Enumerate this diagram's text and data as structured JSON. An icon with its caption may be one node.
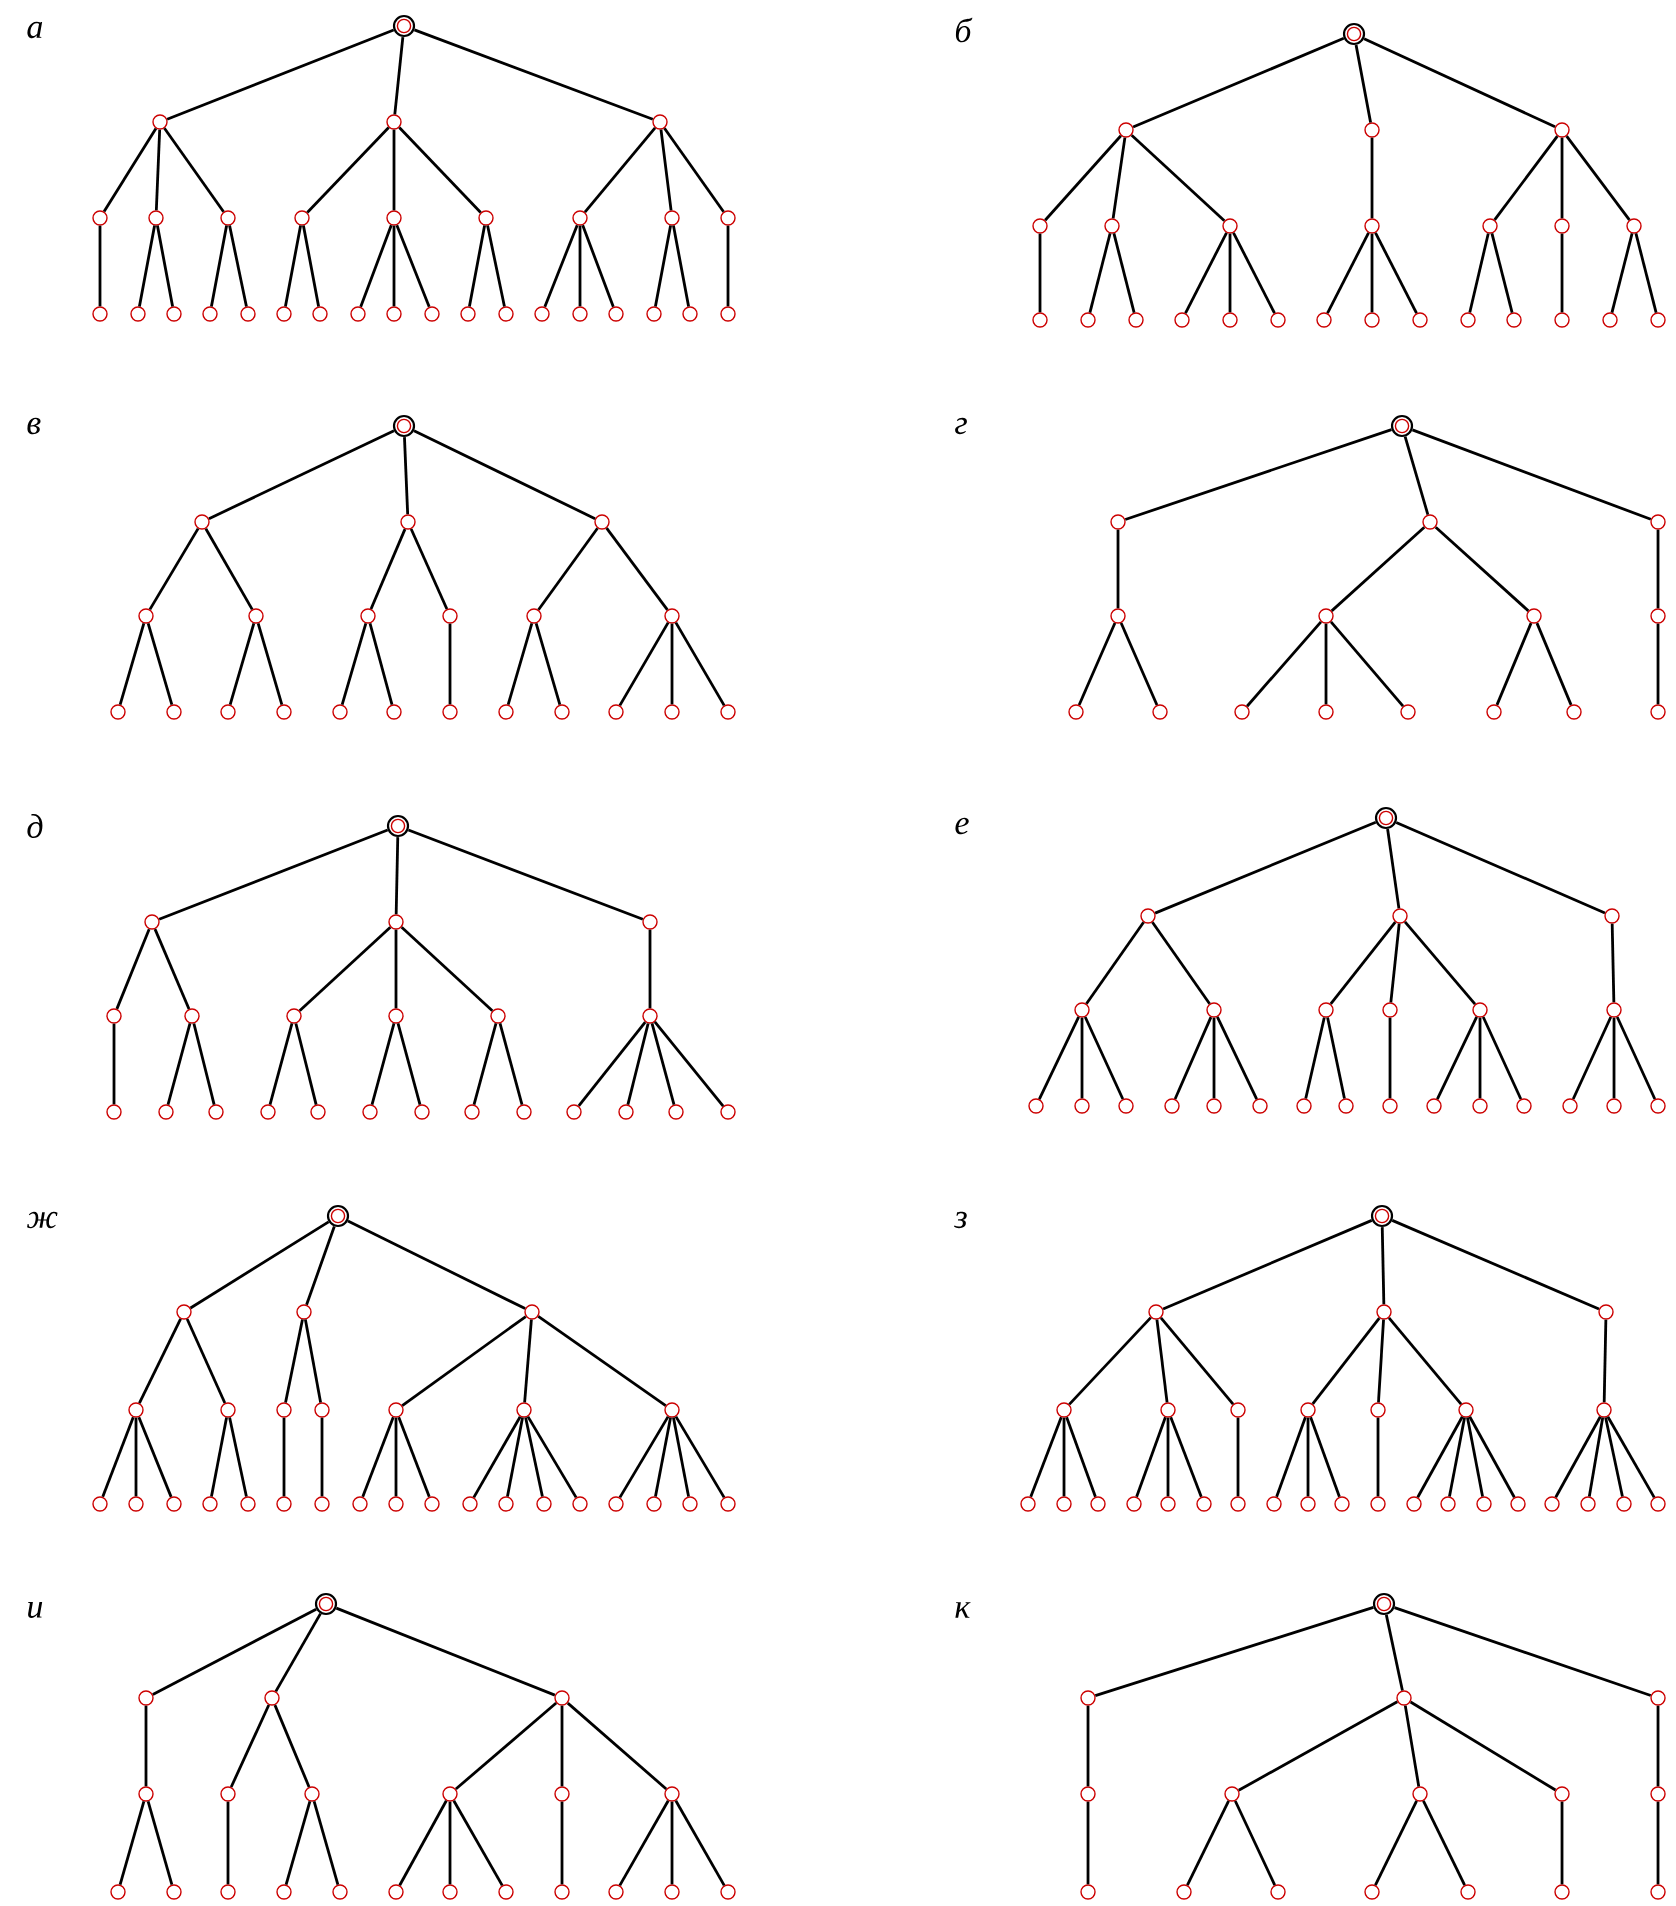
{
  "diagram": {
    "nodes": [
      {
        "text": [],
        "shape": "circle"
      },
      {
        "text": [],
        "shape": "circle"
      },
      {
        "text": [],
        "shape": "circle"
      },
      {
        "text": [],
        "shape": "circle"
      },
      {
        "text": [],
        "shape": "circle"
      },
      {
        "text": [],
        "shape": "circle"
      },
      {
        "text": [],
        "shape": "circle"
      },
      {
        "text": [],
        "shape": "circle"
      },
      {
        "text": [],
        "shape": "circle"
      },
      {
        "text": [],
        "shape": "circle"
      },
      {
        "text": [],
        "shape": "circle"
      },
      {
        "text": [],
        "shape": "circle"
      },
      {
        "text": [],
        "shape": "circle"
      },
      {
        "text": [],
        "shape": "circle"
      },
      {
        "text": [],
        "shape": "circle"
      },
      {
        "text": [],
        "shape": "circle"
      },
      {
        "text": [],
        "shape": "circle"
      },
      {
        "text": [],
        "shape": "circle"
      },
      {
        "text": [],
        "shape": "circle"
      },
      {
        "text": [],
        "shape": "circle"
      },
      {
        "text": [],
        "shape": "circle"
      },
      {
        "text": [],
        "shape": "circle"
      },
      {
        "text": [],
        "shape": "circle"
      },
      {
        "text": [],
        "shape": "circle"
      },
      {
        "text": [],
        "shape": "circle"
      },
      {
        "text": [],
        "shape": "circle"
      },
      {
        "text": [],
        "shape": "circle"
      },
      {
        "text": [],
        "shape": "circle"
      },
      {
        "text": [],
        "shape": "circle"
      },
      {
        "text": [],
        "shape": "circle"
      },
      {
        "text": [],
        "shape": "circle"
      },
      {
        "text": [],
        "shape": "circle"
      },
      {
        "text": [],
        "shape": "circle"
      },
      {
        "text": [],
        "shape": "circle"
      },
      {
        "text": [],
        "shape": "circle"
      },
      {
        "text": [],
        "shape": "circle"
      },
      {
        "text": [],
        "shape": "circle"
      },
      {
        "text": [],
        "shape": "circle"
      },
      {
        "text": [],
        "shape": "circle"
      },
      {
        "text": [],
        "shape": "circle"
      },
      {
        "text": [],
        "shape": "circle"
      },
      {
        "text": [],
        "shape": "circle"
      },
      {
        "text": [],
        "shape": "circle"
      },
      {
        "text": [],
        "shape": "circle"
      },
      {
        "text": [],
        "shape": "circle"
      },
      {
        "text": [],
        "shape": "circle"
      },
      {
        "text": [],
        "shape": "circle"
      },
      {
        "text": [],
        "shape": "circle"
      },
      {
        "text": [],
        "shape": "circle"
      },
      {
        "text": [],
        "shape": "circle"
      },
      {
        "text": [],
        "shape": "circle"
      },
      {
        "text": [],
        "shape": "circle"
      },
      {
        "text": [],
        "shape": "circle"
      },
      {
        "text": [],
        "shape": "circle"
      },
      {
        "text": [],
        "shape": "circle"
      },
      {
        "text": [],
        "shape": "circle"
      },
      {
        "text": [],
        "shape": "circle"
      },
      {
        "text": [],
        "shape": "circle"
      },
      {
        "text": [],
        "shape": "circle"
      },
      {
        "text": [],
        "shape": "circle"
      },
      {
        "text": [],
        "shape": "circle"
      },
      {
        "text": [],
        "shape": "circle"
      },
      {
        "text": [],
        "shape": "circle"
      },
      {
        "text": [],
        "shape": "circle"
      },
      {
        "text": [],
        "shape": "circle"
      },
      {
        "text": [],
        "shape": "circle"
      },
      {
        "text": [],
        "shape": "circle"
      },
      {
        "text": [],
        "shape": "circle"
      },
      {
        "text": [],
        "shape": "circle"
      },
      {
        "text": [],
        "shape": "circle"
      },
      {
        "text": [],
        "shape": "circle"
      },
      {
        "text": [],
        "shape": "circle"
      },
      {
        "text": [],
        "shape": "circle"
      },
      {
        "text": [],
        "shape": "circle"
      },
      {
        "text": [],
        "shape": "circle"
      },
      {
        "text": [],
        "shape": "circle"
      },
      {
        "text": [],
        "shape": "circle"
      },
      {
        "text": [],
        "shape": "circle"
      },
      {
        "text": [],
        "shape": "circle"
      },
      {
        "text": [],
        "shape": "circle"
      },
      {
        "text": [],
        "shape": "circle"
      },
      {
        "text": [],
        "shape": "circle"
      },
      {
        "text": [],
        "shape": "circle"
      },
      {
        "text": [],
        "shape": "circle"
      },
      {
        "text": [],
        "shape": "circle"
      },
      {
        "text": [],
        "shape": "circle"
      },
      {
        "text": [],
        "shape": "circle"
      },
      {
        "text": [],
        "shape": "circle"
      },
      {
        "text": [],
        "shape": "circle"
      },
      {
        "text": [],
        "shape": "circle"
      },
      {
        "text": [],
        "shape": "circle"
      },
      {
        "text": [],
        "shape": "circle"
      },
      {
        "text": [],
        "shape": "circle"
      },
      {
        "text": [],
        "shape": "circle"
      },
      {
        "text": [],
        "shape": "circle"
      },
      {
        "text": [],
        "shape": "circle"
      },
      {
        "text": [],
        "shape": "circle"
      },
      {
        "text": [],
        "shape": "circle"
      },
      {
        "text": [],
        "shape": "circle"
      },
      {
        "text": [],
        "shape": "circle"
      },
      {
        "text": [],
        "shape": "circle"
      },
      {
        "text": [],
        "shape": "circle"
      },
      {
        "text": [],
        "shape": "circle"
      },
      {
        "text": [],
        "shape": "circle"
      },
      {
        "text": [],
        "shape": "circle"
      },
      {
        "text": [],
        "shape": "circle"
      },
      {
        "text": [],
        "shape": "circle"
      },
      {
        "text": [],
        "shape": "circle"
      },
      {
        "text": [],
        "shape": "circle"
      },
      {
        "text": [],
        "shape": "circle"
      },
      {
        "text": [],
        "shape": "circle"
      },
      {
        "text": [],
        "shape": "circle"
      },
      {
        "text": [],
        "shape": "circle"
      },
      {
        "text": [],
        "shape": "circle"
      },
      {
        "text": [],
        "shape": "circle"
      },
      {
        "text": [],
        "shape": "circle"
      },
      {
        "text": [],
        "shape": "circle"
      },
      {
        "text": [],
        "shape": "circle"
      },
      {
        "text": [],
        "shape": "circle"
      },
      {
        "text": [],
        "shape": "circle"
      },
      {
        "text": [],
        "shape": "circle"
      },
      {
        "text": [],
        "shape": "circle"
      },
      {
        "text": [],
        "shape": "circle"
      },
      {
        "text": [],
        "shape": "circle"
      },
      {
        "text": [],
        "shape": "circle"
      },
      {
        "text": [],
        "shape": "circle"
      },
      {
        "text": [],
        "shape": "circle"
      },
      {
        "text": [],
        "shape": "circle"
      },
      {
        "text": [],
        "shape": "circle"
      },
      {
        "text": [],
        "shape": "circle"
      },
      {
        "text": [],
        "shape": "circle"
      },
      {
        "text": [],
        "shape": "circle"
      },
      {
        "text": [],
        "shape": "circle"
      },
      {
        "text": [],
        "shape": "circle"
      },
      {
        "text": [],
        "shape": "circle"
      },
      {
        "text": [],
        "shape": "circle"
      },
      {
        "text": [],
        "shape": "circle"
      },
      {
        "text": [],
        "shape": "circle"
      },
      {
        "text": [],
        "shape": "circle"
      },
      {
        "text": [],
        "shape": "circle"
      },
      {
        "text": [],
        "shape": "circle"
      },
      {
        "text": [],
        "shape": "circle"
      },
      {
        "text": [],
        "shape": "circle"
      },
      {
        "text": [],
        "shape": "circle"
      },
      {
        "text": [],
        "shape": "circle"
      },
      {
        "text": [],
        "shape": "circle"
      },
      {
        "text": [],
        "shape": "circle"
      },
      {
        "text": [],
        "shape": "circle"
      },
      {
        "text": [],
        "shape": "circle"
      },
      {
        "text": [],
        "shape": "circle"
      },
      {
        "text": [],
        "shape": "circle"
      },
      {
        "text": [],
        "shape": "circle"
      },
      {
        "text": [],
        "shape": "circle"
      },
      {
        "text": [],
        "shape": "circle"
      },
      {
        "text": [],
        "shape": "circle"
      },
      {
        "text": [],
        "shape": "circle"
      },
      {
        "text": [],
        "shape": "circle"
      },
      {
        "text": [],
        "shape": "circle"
      },
      {
        "text": [],
        "shape": "circle"
      },
      {
        "text": [],
        "shape": "circle"
      },
      {
        "text": [],
        "shape": "circle"
      },
      {
        "text": [],
        "shape": "circle"
      },
      {
        "text": [],
        "shape": "circle"
      },
      {
        "text": [],
        "shape": "circle"
      },
      {
        "text": [],
        "shape": "circle"
      },
      {
        "text": [],
        "shape": "circle"
      },
      {
        "text": [],
        "shape": "circle"
      },
      {
        "text": [],
        "shape": "circle"
      },
      {
        "text": [],
        "shape": "circle"
      },
      {
        "text": [],
        "shape": "circle"
      },
      {
        "text": [],
        "shape": "circle"
      },
      {
        "text": [],
        "shape": "circle"
      },
      {
        "text": [],
        "shape": "circle"
      },
      {
        "text": [],
        "shape": "circle"
      },
      {
        "text": [],
        "shape": "circle"
      },
      {
        "text": [],
        "shape": "circle"
      },
      {
        "text": [],
        "shape": "circle"
      },
      {
        "text": [],
        "shape": "circle"
      },
      {
        "text": [],
        "shape": "circle"
      },
      {
        "text": [],
        "shape": "circle"
      },
      {
        "text": [],
        "shape": "circle"
      },
      {
        "text": [],
        "shape": "circle"
      },
      {
        "text": [],
        "shape": "circle"
      },
      {
        "text": [],
        "shape": "circle"
      },
      {
        "text": [],
        "shape": "circle"
      },
      {
        "text": [],
        "shape": "circle"
      },
      {
        "text": [],
        "shape": "circle"
      },
      {
        "text": [],
        "shape": "circle"
      },
      {
        "text": [],
        "shape": "circle"
      },
      {
        "text": [],
        "shape": "circle"
      },
      {
        "text": [],
        "shape": "circle"
      },
      {
        "text": [],
        "shape": "circle"
      },
      {
        "text": [],
        "shape": "circle"
      },
      {
        "text": [],
        "shape": "circle"
      },
      {
        "text": [],
        "shape": "circle"
      },
      {
        "text": [],
        "shape": "circle"
      },
      {
        "text": [],
        "shape": "circle"
      },
      {
        "text": [],
        "shape": "circle"
      },
      {
        "text": [],
        "shape": "circle"
      },
      {
        "text": [],
        "shape": "circle"
      },
      {
        "text": [],
        "shape": "circle"
      },
      {
        "text": [],
        "shape": "circle"
      },
      {
        "text": [],
        "shape": "circle"
      },
      {
        "text": [],
        "shape": "circle"
      },
      {
        "text": [],
        "shape": "circle"
      },
      {
        "text": [],
        "shape": "circle"
      },
      {
        "text": [],
        "shape": "circle"
      },
      {
        "text": [],
        "shape": "circle"
      },
      {
        "text": [],
        "shape": "circle"
      },
      {
        "text": [],
        "shape": "circle"
      },
      {
        "text": [],
        "shape": "circle"
      },
      {
        "text": [],
        "shape": "circle"
      },
      {
        "text": [],
        "shape": "circle"
      },
      {
        "text": [],
        "shape": "circle"
      },
      {
        "text": [],
        "shape": "circle"
      },
      {
        "text": [],
        "shape": "circle"
      },
      {
        "text": [],
        "shape": "circle"
      },
      {
        "text": [],
        "shape": "circle"
      },
      {
        "text": [],
        "shape": "circle"
      },
      {
        "text": [],
        "shape": "circle"
      },
      {
        "text": [],
        "shape": "circle"
      },
      {
        "text": [],
        "shape": "circle"
      },
      {
        "text": [],
        "shape": "circle"
      },
      {
        "text": [],
        "shape": "circle"
      },
      {
        "text": [],
        "shape": "circle"
      },
      {
        "text": [],
        "shape": "circle"
      },
      {
        "text": [],
        "shape": "circle"
      },
      {
        "text": [],
        "shape": "circle"
      },
      {
        "text": [],
        "shape": "circle"
      },
      {
        "text": [],
        "shape": "circle"
      },
      {
        "text": [],
        "shape": "circle"
      },
      {
        "text": [],
        "shape": "circle"
      },
      {
        "text": [],
        "shape": "circle"
      },
      {
        "text": [],
        "shape": "circle"
      },
      {
        "text": [],
        "shape": "circle"
      },
      {
        "text": [],
        "shape": "circle"
      },
      {
        "text": [],
        "shape": "circle"
      },
      {
        "text": [],
        "shape": "circle"
      },
      {
        "text": [],
        "shape": "circle"
      }
    ],
    "edges": [
      {
        "from": 0,
        "to": 1,
        "arrow": "none"
      },
      {
        "from": 0,
        "to": 2,
        "arrow": "none"
      },
      {
        "from": 0,
        "to": 3,
        "arrow": "none"
      },
      {
        "from": 1,
        "to": 4,
        "arrow": "none"
      },
      {
        "from": 1,
        "to": 5,
        "arrow": "none"
      },
      {
        "from": 1,
        "to": 6,
        "arrow": "none"
      },
      {
        "from": 2,
        "to": 7,
        "arrow": "none"
      },
      {
        "from": 2,
        "to": 8,
        "arrow": "none"
      },
      {
        "from": 2,
        "to": 9,
        "arrow": "none"
      },
      {
        "from": 3,
        "to": 10,
        "arrow": "none"
      },
      {
        "from": 3,
        "to": 11,
        "arrow": "none"
      },
      {
        "from": 3,
        "to": 12,
        "arrow": "none"
      },
      {
        "from": 4,
        "to": 13,
        "arrow": "none"
      },
      {
        "from": 5,
        "to": 14,
        "arrow": "none"
      },
      {
        "from": 5,
        "to": 15,
        "arrow": "none"
      },
      {
        "from": 6,
        "to": 16,
        "arrow": "none"
      },
      {
        "from": 6,
        "to": 17,
        "arrow": "none"
      },
      {
        "from": 7,
        "to": 18,
        "arrow": "none"
      },
      {
        "from": 7,
        "to": 19,
        "arrow": "none"
      },
      {
        "from": 8,
        "to": 20,
        "arrow": "none"
      },
      {
        "from": 8,
        "to": 21,
        "arrow": "none"
      },
      {
        "from": 8,
        "to": 22,
        "arrow": "none"
      },
      {
        "from": 9,
        "to": 23,
        "arrow": "none"
      },
      {
        "from": 9,
        "to": 24,
        "arrow": "none"
      },
      {
        "from": 10,
        "to": 25,
        "arrow": "none"
      },
      {
        "from": 10,
        "to": 26,
        "arrow": "none"
      },
      {
        "from": 10,
        "to": 27,
        "arrow": "none"
      },
      {
        "from": 11,
        "to": 28,
        "arrow": "none"
      },
      {
        "from": 11,
        "to": 29,
        "arrow": "none"
      },
      {
        "from": 12,
        "to": 30,
        "arrow": "none"
      },
      {
        "from": 31,
        "to": 32,
        "arrow": "none"
      },
      {
        "from": 31,
        "to": 33,
        "arrow": "none"
      },
      {
        "from": 31,
        "to": 34,
        "arrow": "none"
      },
      {
        "from": 32,
        "to": 35,
        "arrow": "none"
      },
      {
        "from": 32,
        "to": 36,
        "arrow": "none"
      },
      {
        "from": 32,
        "to": 37,
        "arrow": "none"
      },
      {
        "from": 33,
        "to": 38,
        "arrow": "none"
      },
      {
        "from": 34,
        "to": 39,
        "arrow": "none"
      },
      {
        "from": 34,
        "to": 40,
        "arrow": "none"
      },
      {
        "from": 34,
        "to": 41,
        "arrow": "none"
      },
      {
        "from": 35,
        "to": 42,
        "arrow": "none"
      },
      {
        "from": 36,
        "to": 43,
        "arrow": "none"
      },
      {
        "from": 36,
        "to": 44,
        "arrow": "none"
      },
      {
        "from": 37,
        "to": 45,
        "arrow": "none"
      },
      {
        "from": 37,
        "to": 46,
        "arrow": "none"
      },
      {
        "from": 37,
        "to": 47,
        "arrow": "none"
      },
      {
        "from": 38,
        "to": 48,
        "arrow": "none"
      },
      {
        "from": 38,
        "to": 49,
        "arrow": "none"
      },
      {
        "from": 38,
        "to": 50,
        "arrow": "none"
      },
      {
        "from": 39,
        "to": 51,
        "arrow": "none"
      },
      {
        "from": 39,
        "to": 52,
        "arrow": "none"
      },
      {
        "from": 40,
        "to": 53,
        "arrow": "none"
      },
      {
        "from": 41,
        "to": 54,
        "arrow": "none"
      },
      {
        "from": 41,
        "to": 55,
        "arrow": "none"
      },
      {
        "from": 56,
        "to": 57,
        "arrow": "none"
      },
      {
        "from": 56,
        "to": 58,
        "arrow": "none"
      },
      {
        "from": 56,
        "to": 59,
        "arrow": "none"
      },
      {
        "from": 57,
        "to": 60,
        "arrow": "none"
      },
      {
        "from": 57,
        "to": 61,
        "arrow": "none"
      },
      {
        "from": 58,
        "to": 62,
        "arrow": "none"
      },
      {
        "from": 58,
        "to": 63,
        "arrow": "none"
      },
      {
        "from": 59,
        "to": 64,
        "arrow": "none"
      },
      {
        "from": 59,
        "to": 65,
        "arrow": "none"
      },
      {
        "from": 60,
        "to": 66,
        "arrow": "none"
      },
      {
        "from": 60,
        "to": 67,
        "arrow": "none"
      },
      {
        "from": 61,
        "to": 68,
        "arrow": "none"
      },
      {
        "from": 61,
        "to": 69,
        "arrow": "none"
      },
      {
        "from": 62,
        "to": 70,
        "arrow": "none"
      },
      {
        "from": 62,
        "to": 71,
        "arrow": "none"
      },
      {
        "from": 63,
        "to": 72,
        "arrow": "none"
      },
      {
        "from": 64,
        "to": 73,
        "arrow": "none"
      },
      {
        "from": 64,
        "to": 74,
        "arrow": "none"
      },
      {
        "from": 65,
        "to": 75,
        "arrow": "none"
      },
      {
        "from": 65,
        "to": 76,
        "arrow": "none"
      },
      {
        "from": 65,
        "to": 77,
        "arrow": "none"
      },
      {
        "from": 78,
        "to": 79,
        "arrow": "none"
      },
      {
        "from": 78,
        "to": 80,
        "arrow": "none"
      },
      {
        "from": 78,
        "to": 81,
        "arrow": "none"
      },
      {
        "from": 79,
        "to": 82,
        "arrow": "none"
      },
      {
        "from": 80,
        "to": 83,
        "arrow": "none"
      },
      {
        "from": 80,
        "to": 84,
        "arrow": "none"
      },
      {
        "from": 81,
        "to": 85,
        "arrow": "none"
      },
      {
        "from": 82,
        "to": 86,
        "arrow": "none"
      },
      {
        "from": 82,
        "to": 87,
        "arrow": "none"
      },
      {
        "from": 83,
        "to": 88,
        "arrow": "none"
      },
      {
        "from": 83,
        "to": 89,
        "arrow": "none"
      },
      {
        "from": 83,
        "to": 90,
        "arrow": "none"
      },
      {
        "from": 84,
        "to": 91,
        "arrow": "none"
      },
      {
        "from": 84,
        "to": 92,
        "arrow": "none"
      },
      {
        "from": 85,
        "to": 93,
        "arrow": "none"
      },
      {
        "from": 94,
        "to": 95,
        "arrow": "none"
      },
      {
        "from": 94,
        "to": 96,
        "arrow": "none"
      },
      {
        "from": 94,
        "to": 97,
        "arrow": "none"
      },
      {
        "from": 95,
        "to": 98,
        "arrow": "none"
      },
      {
        "from": 95,
        "to": 99,
        "arrow": "none"
      },
      {
        "from": 96,
        "to": 100,
        "arrow": "none"
      },
      {
        "from": 96,
        "to": 101,
        "arrow": "none"
      },
      {
        "from": 96,
        "to": 102,
        "arrow": "none"
      },
      {
        "from": 97,
        "to": 103,
        "arrow": "none"
      },
      {
        "from": 98,
        "to": 104,
        "arrow": "none"
      },
      {
        "from": 99,
        "to": 105,
        "arrow": "none"
      },
      {
        "from": 99,
        "to": 106,
        "arrow": "none"
      },
      {
        "from": 100,
        "to": 107,
        "arrow": "none"
      },
      {
        "from": 100,
        "to": 108,
        "arrow": "none"
      },
      {
        "from": 101,
        "to": 109,
        "arrow": "none"
      },
      {
        "from": 101,
        "to": 110,
        "arrow": "none"
      },
      {
        "from": 102,
        "to": 111,
        "arrow": "none"
      },
      {
        "from": 102,
        "to": 112,
        "arrow": "none"
      },
      {
        "from": 103,
        "to": 113,
        "arrow": "none"
      },
      {
        "from": 103,
        "to": 114,
        "arrow": "none"
      },
      {
        "from": 103,
        "to": 115,
        "arrow": "none"
      },
      {
        "from": 103,
        "to": 116,
        "arrow": "none"
      },
      {
        "from": 117,
        "to": 118,
        "arrow": "none"
      },
      {
        "from": 117,
        "to": 119,
        "arrow": "none"
      },
      {
        "from": 117,
        "to": 120,
        "arrow": "none"
      },
      {
        "from": 118,
        "to": 121,
        "arrow": "none"
      },
      {
        "from": 118,
        "to": 122,
        "arrow": "none"
      },
      {
        "from": 119,
        "to": 123,
        "arrow": "none"
      },
      {
        "from": 119,
        "to": 124,
        "arrow": "none"
      },
      {
        "from": 119,
        "to": 125,
        "arrow": "none"
      },
      {
        "from": 120,
        "to": 126,
        "arrow": "none"
      },
      {
        "from": 121,
        "to": 127,
        "arrow": "none"
      },
      {
        "from": 121,
        "to": 128,
        "arrow": "none"
      },
      {
        "from": 121,
        "to": 129,
        "arrow": "none"
      },
      {
        "from": 122,
        "to": 130,
        "arrow": "none"
      },
      {
        "from": 122,
        "to": 131,
        "arrow": "none"
      },
      {
        "from": 122,
        "to": 132,
        "arrow": "none"
      },
      {
        "from": 123,
        "to": 133,
        "arrow": "none"
      },
      {
        "from": 123,
        "to": 134,
        "arrow": "none"
      },
      {
        "from": 124,
        "to": 135,
        "arrow": "none"
      },
      {
        "from": 125,
        "to": 136,
        "arrow": "none"
      },
      {
        "from": 125,
        "to": 137,
        "arrow": "none"
      },
      {
        "from": 125,
        "to": 138,
        "arrow": "none"
      },
      {
        "from": 126,
        "to": 139,
        "arrow": "none"
      },
      {
        "from": 126,
        "to": 140,
        "arrow": "none"
      },
      {
        "from": 126,
        "to": 141,
        "arrow": "none"
      },
      {
        "from": 142,
        "to": 143,
        "arrow": "none"
      },
      {
        "from": 142,
        "to": 144,
        "arrow": "none"
      },
      {
        "from": 142,
        "to": 145,
        "arrow": "none"
      },
      {
        "from": 143,
        "to": 146,
        "arrow": "none"
      },
      {
        "from": 143,
        "to": 147,
        "arrow": "none"
      },
      {
        "from": 144,
        "to": 148,
        "arrow": "none"
      },
      {
        "from": 144,
        "to": 149,
        "arrow": "none"
      },
      {
        "from": 145,
        "to": 150,
        "arrow": "none"
      },
      {
        "from": 145,
        "to": 151,
        "arrow": "none"
      },
      {
        "from": 145,
        "to": 152,
        "arrow": "none"
      },
      {
        "from": 146,
        "to": 153,
        "arrow": "none"
      },
      {
        "from": 146,
        "to": 154,
        "arrow": "none"
      },
      {
        "from": 146,
        "to": 155,
        "arrow": "none"
      },
      {
        "from": 147,
        "to": 156,
        "arrow": "none"
      },
      {
        "from": 147,
        "to": 157,
        "arrow": "none"
      },
      {
        "from": 148,
        "to": 158,
        "arrow": "none"
      },
      {
        "from": 149,
        "to": 159,
        "arrow": "none"
      },
      {
        "from": 150,
        "to": 160,
        "arrow": "none"
      },
      {
        "from": 150,
        "to": 161,
        "arrow": "none"
      },
      {
        "from": 150,
        "to": 162,
        "arrow": "none"
      },
      {
        "from": 151,
        "to": 163,
        "arrow": "none"
      },
      {
        "from": 151,
        "to": 164,
        "arrow": "none"
      },
      {
        "from": 151,
        "to": 165,
        "arrow": "none"
      },
      {
        "from": 151,
        "to": 166,
        "arrow": "none"
      },
      {
        "from": 152,
        "to": 167,
        "arrow": "none"
      },
      {
        "from": 152,
        "to": 168,
        "arrow": "none"
      },
      {
        "from": 152,
        "to": 169,
        "arrow": "none"
      },
      {
        "from": 152,
        "to": 170,
        "arrow": "none"
      },
      {
        "from": 171,
        "to": 172,
        "arrow": "none"
      },
      {
        "from": 171,
        "to": 173,
        "arrow": "none"
      },
      {
        "from": 171,
        "to": 174,
        "arrow": "none"
      },
      {
        "from": 172,
        "to": 175,
        "arrow": "none"
      },
      {
        "from": 172,
        "to": 176,
        "arrow": "none"
      },
      {
        "from": 172,
        "to": 177,
        "arrow": "none"
      },
      {
        "from": 173,
        "to": 178,
        "arrow": "none"
      },
      {
        "from": 173,
        "to": 179,
        "arrow": "none"
      },
      {
        "from": 173,
        "to": 180,
        "arrow": "none"
      },
      {
        "from": 174,
        "to": 181,
        "arrow": "none"
      },
      {
        "from": 175,
        "to": 182,
        "arrow": "none"
      },
      {
        "from": 175,
        "to": 183,
        "arrow": "none"
      },
      {
        "from": 175,
        "to": 184,
        "arrow": "none"
      },
      {
        "from": 176,
        "to": 185,
        "arrow": "none"
      },
      {
        "from": 176,
        "to": 186,
        "arrow": "none"
      },
      {
        "from": 176,
        "to": 187,
        "arrow": "none"
      },
      {
        "from": 177,
        "to": 188,
        "arrow": "none"
      },
      {
        "from": 178,
        "to": 189,
        "arrow": "none"
      },
      {
        "from": 178,
        "to": 190,
        "arrow": "none"
      },
      {
        "from": 178,
        "to": 191,
        "arrow": "none"
      },
      {
        "from": 179,
        "to": 192,
        "arrow": "none"
      },
      {
        "from": 180,
        "to": 193,
        "arrow": "none"
      },
      {
        "from": 180,
        "to": 194,
        "arrow": "none"
      },
      {
        "from": 180,
        "to": 195,
        "arrow": "none"
      },
      {
        "from": 180,
        "to": 196,
        "arrow": "none"
      },
      {
        "from": 181,
        "to": 197,
        "arrow": "none"
      },
      {
        "from": 181,
        "to": 198,
        "arrow": "none"
      },
      {
        "from": 181,
        "to": 199,
        "arrow": "none"
      },
      {
        "from": 181,
        "to": 200,
        "arrow": "none"
      },
      {
        "from": 201,
        "to": 202,
        "arrow": "none"
      },
      {
        "from": 201,
        "to": 203,
        "arrow": "none"
      },
      {
        "from": 201,
        "to": 204,
        "arrow": "none"
      },
      {
        "from": 202,
        "to": 205,
        "arrow": "none"
      },
      {
        "from": 203,
        "to": 206,
        "arrow": "none"
      },
      {
        "from": 203,
        "to": 207,
        "arrow": "none"
      },
      {
        "from": 204,
        "to": 208,
        "arrow": "none"
      },
      {
        "from": 204,
        "to": 209,
        "arrow": "none"
      },
      {
        "from": 204,
        "to": 210,
        "arrow": "none"
      },
      {
        "from": 205,
        "to": 211,
        "arrow": "none"
      },
      {
        "from": 205,
        "to": 212,
        "arrow": "none"
      },
      {
        "from": 206,
        "to": 213,
        "arrow": "none"
      },
      {
        "from": 207,
        "to": 214,
        "arrow": "none"
      },
      {
        "from": 207,
        "to": 215,
        "arrow": "none"
      },
      {
        "from": 208,
        "to": 216,
        "arrow": "none"
      },
      {
        "from": 208,
        "to": 217,
        "arrow": "none"
      },
      {
        "from": 208,
        "to": 218,
        "arrow": "none"
      },
      {
        "from": 209,
        "to": 219,
        "arrow": "none"
      },
      {
        "from": 210,
        "to": 220,
        "arrow": "none"
      },
      {
        "from": 210,
        "to": 221,
        "arrow": "none"
      },
      {
        "from": 210,
        "to": 222,
        "arrow": "none"
      },
      {
        "from": 223,
        "to": 224,
        "arrow": "none"
      },
      {
        "from": 223,
        "to": 225,
        "arrow": "none"
      },
      {
        "from": 223,
        "to": 226,
        "arrow": "none"
      },
      {
        "from": 224,
        "to": 227,
        "arrow": "none"
      },
      {
        "from": 225,
        "to": 228,
        "arrow": "none"
      },
      {
        "from": 225,
        "to": 229,
        "arrow": "none"
      },
      {
        "from": 225,
        "to": 230,
        "arrow": "none"
      },
      {
        "from": 226,
        "to": 231,
        "arrow": "none"
      },
      {
        "from": 227,
        "to": 232,
        "arrow": "none"
      },
      {
        "from": 228,
        "to": 233,
        "arrow": "none"
      },
      {
        "from": 228,
        "to": 234,
        "arrow": "none"
      },
      {
        "from": 229,
        "to": 235,
        "arrow": "none"
      },
      {
        "from": 229,
        "to": 236,
        "arrow": "none"
      },
      {
        "from": 230,
        "to": 237,
        "arrow": "none"
      },
      {
        "from": 231,
        "to": 238,
        "arrow": "none"
      }
    ],
    "labels": [
      "а",
      "б",
      "в",
      "г",
      "д",
      "е",
      "ж",
      "з",
      "и",
      "к"
    ]
  }
}
